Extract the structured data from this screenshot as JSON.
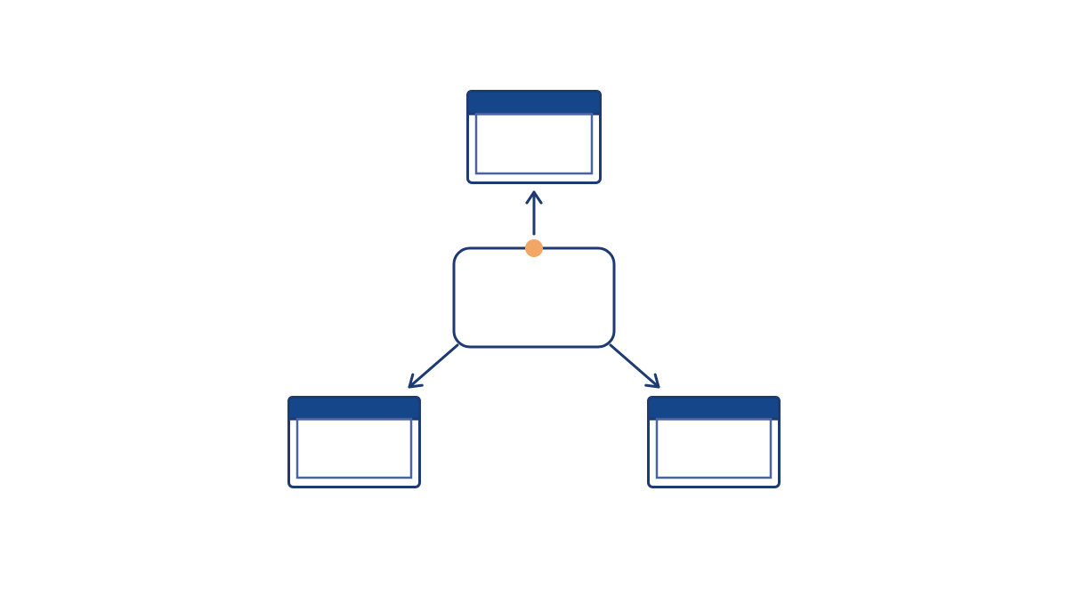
{
  "diagram": {
    "colors": {
      "stroke": "#1e3a73",
      "titlebar_fill": "#16468a",
      "inner_frame": "#4a64a0",
      "connector_dot": "#f3a766",
      "background": "#ffffff"
    },
    "nodes": [
      {
        "id": "hub",
        "kind": "rounded-box"
      },
      {
        "id": "window-top",
        "kind": "window-icon"
      },
      {
        "id": "window-bottom-left",
        "kind": "window-icon"
      },
      {
        "id": "window-bottom-right",
        "kind": "window-icon"
      }
    ],
    "edges": [
      {
        "from": "hub",
        "to": "window-top",
        "style": "arrow"
      },
      {
        "from": "hub",
        "to": "window-bottom-left",
        "style": "arrow"
      },
      {
        "from": "hub",
        "to": "window-bottom-right",
        "style": "arrow"
      }
    ],
    "connector": {
      "on": "hub",
      "side": "top",
      "shape": "dot"
    }
  }
}
